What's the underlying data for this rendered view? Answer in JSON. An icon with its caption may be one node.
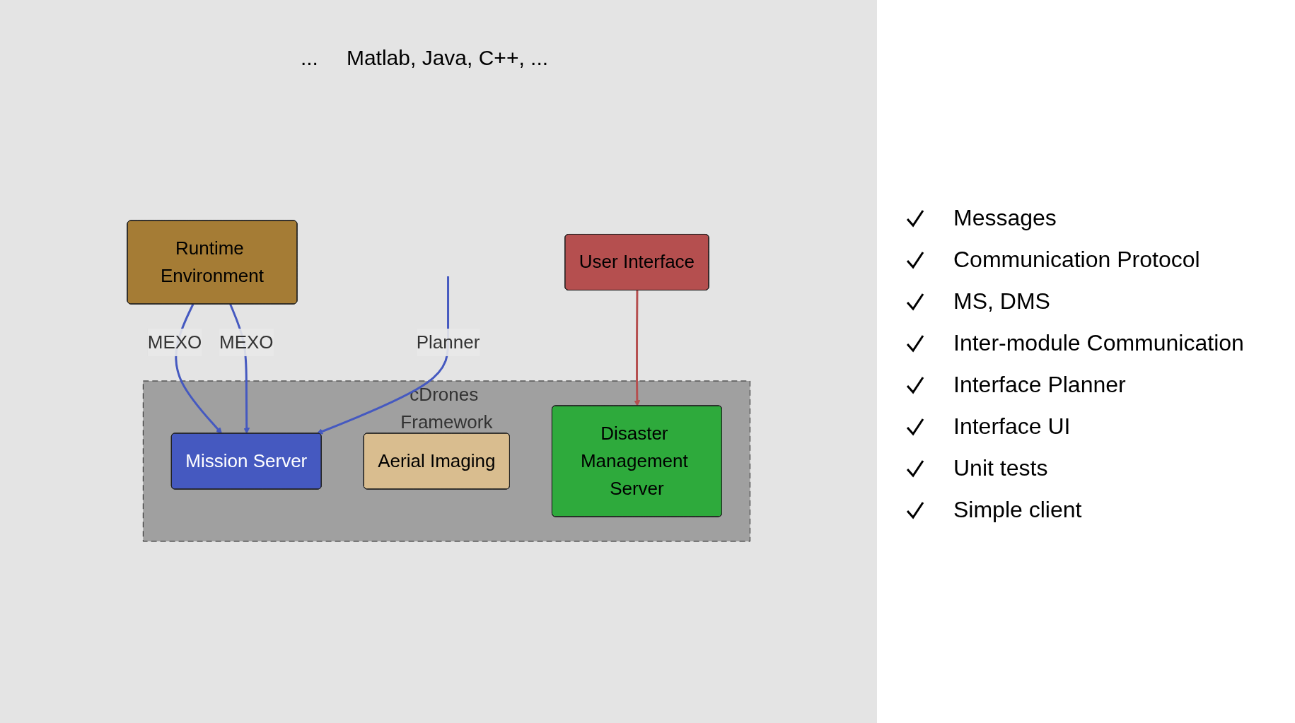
{
  "diagram": {
    "nodes": [
      {
        "text": [
          "Runtime Environment"
        ]
      },
      {
        "text": [
          "cDrones Framework"
        ]
      },
      {
        "text": [
          "Mission Server"
        ],
        "in": 1
      },
      {
        "text": [
          "Aerial Imaging"
        ],
        "in": 1
      },
      {
        "text": [
          "Disaster Management Server"
        ],
        "in": 1
      },
      {
        "text": [
          "User Interface"
        ]
      }
    ],
    "edges": [
      {
        "from": 0,
        "to": 2,
        "arrow": "to",
        "label": "MEXO"
      },
      {
        "from": 0,
        "to": 2,
        "arrow": "to",
        "label": "MEXO"
      },
      {
        "from": null,
        "to": 2,
        "arrow": "to",
        "label": "Planner"
      },
      {
        "from": 5,
        "to": 4,
        "arrow": "to",
        "color": "#b54f4f"
      }
    ],
    "labels": [
      "...",
      "Matlab, Java, C++, ...",
      "Messages",
      "Communication Protocol",
      "MS, DMS",
      "Inter-module Communication",
      "Interface Planner",
      "Interface UI",
      "Unit tests",
      "Simple client"
    ]
  }
}
